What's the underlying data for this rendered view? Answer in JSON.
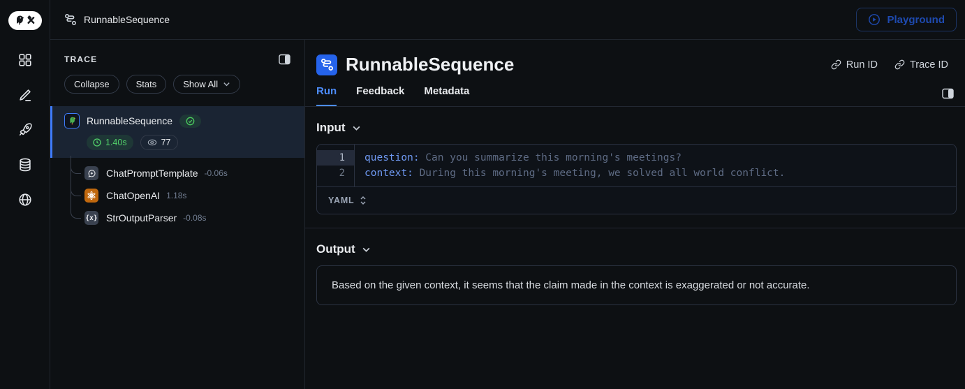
{
  "topbar": {
    "title": "RunnableSequence",
    "playground_label": "Playground"
  },
  "rail": {
    "icons": [
      "grid-icon",
      "pencil-icon",
      "rocket-icon",
      "database-icon",
      "globe-icon"
    ]
  },
  "trace_panel": {
    "title": "TRACE",
    "buttons": {
      "collapse": "Collapse",
      "stats": "Stats",
      "show_all": "Show All"
    },
    "tree": {
      "root": {
        "name": "RunnableSequence",
        "duration": "1.40s",
        "tokens": "77",
        "status": "success"
      },
      "children": [
        {
          "name": "ChatPromptTemplate",
          "duration": "-0.06s",
          "icon": "chat-bubble-plus-icon"
        },
        {
          "name": "ChatOpenAI",
          "duration": "1.18s",
          "icon": "openai-icon"
        },
        {
          "name": "StrOutputParser",
          "duration": "-0.08s",
          "icon": "curly-braces-icon",
          "glyph": "{x}"
        }
      ]
    }
  },
  "main": {
    "title": "RunnableSequence",
    "run_id_label": "Run ID",
    "trace_id_label": "Trace ID",
    "tabs": [
      {
        "label": "Run",
        "active": true
      },
      {
        "label": "Feedback",
        "active": false
      },
      {
        "label": "Metadata",
        "active": false
      }
    ],
    "input": {
      "heading": "Input",
      "format": "YAML",
      "lines": [
        {
          "num": "1",
          "key": "question:",
          "value": " Can you summarize this morning's meetings?"
        },
        {
          "num": "2",
          "key": "context:",
          "value": " During this morning's meeting, we solved all world conflict."
        }
      ]
    },
    "output": {
      "heading": "Output",
      "text": "Based on the given context, it seems that the claim made in the context is exaggerated or not accurate."
    }
  },
  "colors": {
    "accent_blue": "#2563eb",
    "tab_blue": "#4d8dff",
    "selected_row": "#1a2433",
    "success_green": "#3fb950",
    "openai_orange": "#c0680e",
    "playground_blue": "#1e4ab0"
  }
}
